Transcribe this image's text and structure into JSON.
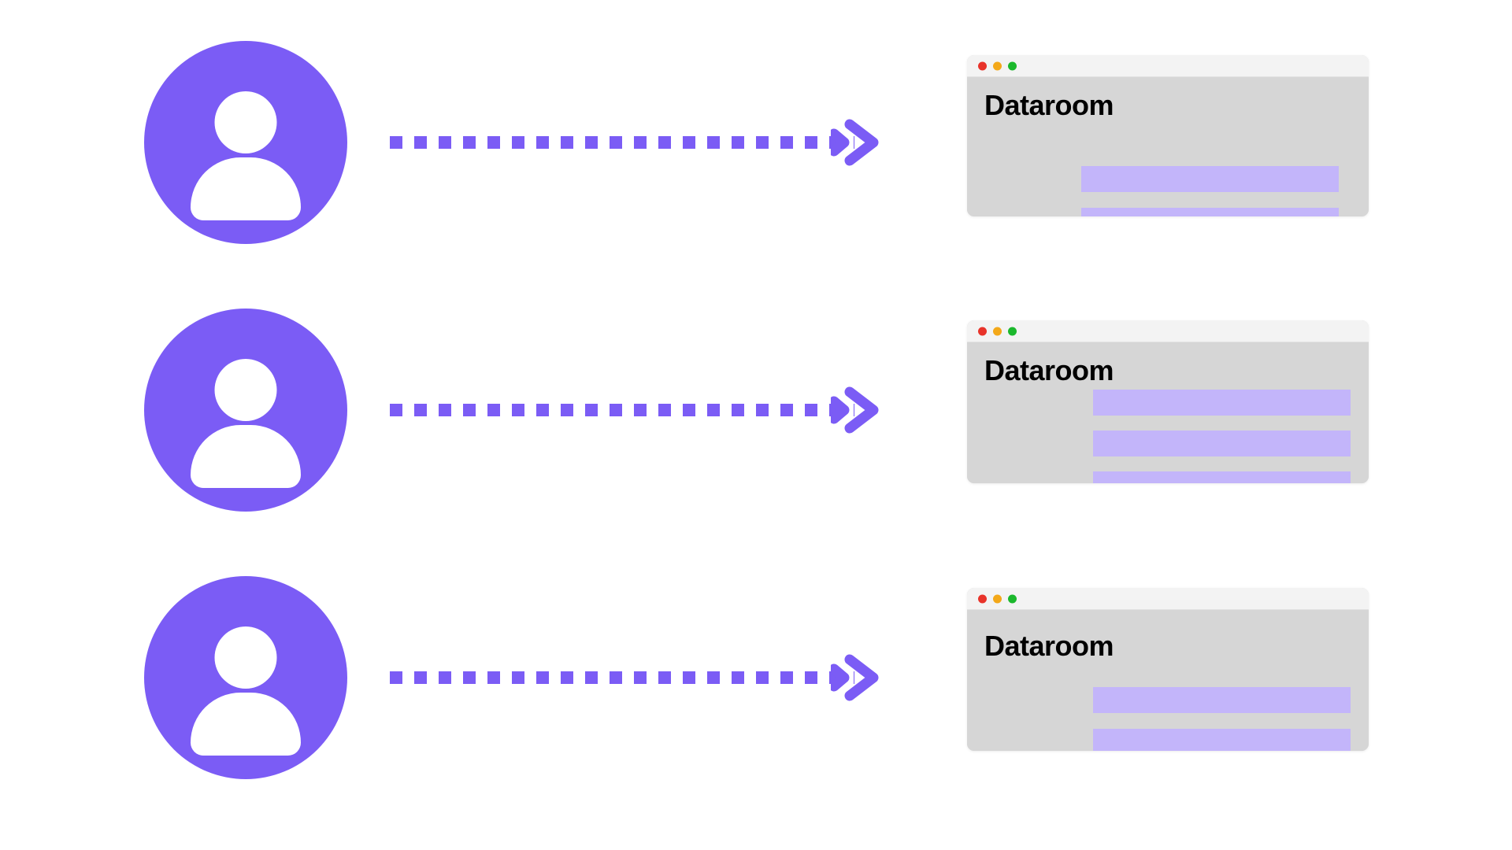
{
  "theme": {
    "accent_purple": "#7b5cf5",
    "bar_purple": "#c3b5fa",
    "window_body_gray": "#d6d6d6",
    "titlebar_gray": "#f3f3f3",
    "page_background": "#ffffff",
    "dot_red": "#e8332a",
    "dot_yellow": "#f3a819",
    "dot_green": "#1bb82c"
  },
  "icons": {
    "avatar": "user-avatar-icon",
    "arrow": "arrow-right-chevron-icon",
    "dots": [
      "close-dot-icon",
      "minimize-dot-icon",
      "maximize-dot-icon"
    ]
  },
  "rows": [
    {
      "id": "row-0",
      "avatar_label": "User avatar",
      "connector_label": "Dashed arrow connector",
      "window": {
        "title": "Dataroom",
        "bars": [
          "",
          ""
        ],
        "bar_count": 2
      }
    },
    {
      "id": "row-1",
      "avatar_label": "User avatar",
      "connector_label": "Dashed arrow connector",
      "window": {
        "title": "Dataroom",
        "bars": [
          "",
          "",
          ""
        ],
        "bar_count": 3
      }
    },
    {
      "id": "row-2",
      "avatar_label": "User avatar",
      "connector_label": "Dashed arrow connector",
      "window": {
        "title": "Dataroom",
        "bars": [
          "",
          ""
        ],
        "bar_count": 2
      }
    }
  ]
}
